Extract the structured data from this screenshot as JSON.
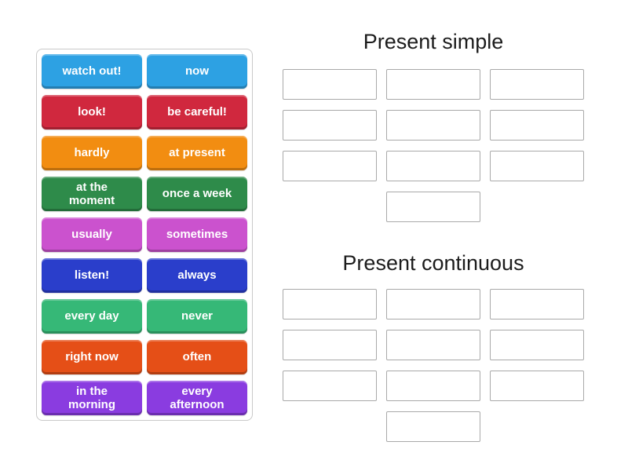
{
  "tiles": [
    {
      "label": "watch out!",
      "color": "#2da1e3"
    },
    {
      "label": "now",
      "color": "#2da1e3"
    },
    {
      "label": "look!",
      "color": "#d0283e"
    },
    {
      "label": "be careful!",
      "color": "#d0283e"
    },
    {
      "label": "hardly",
      "color": "#f28d11"
    },
    {
      "label": "at present",
      "color": "#f28d11"
    },
    {
      "label": "at the moment",
      "color": "#2e8b4a"
    },
    {
      "label": "once a week",
      "color": "#2e8b4a"
    },
    {
      "label": "usually",
      "color": "#cb52ce"
    },
    {
      "label": "sometimes",
      "color": "#cb52ce"
    },
    {
      "label": "listen!",
      "color": "#2a3ecb"
    },
    {
      "label": "always",
      "color": "#2a3ecb"
    },
    {
      "label": "every day",
      "color": "#36b877"
    },
    {
      "label": "never",
      "color": "#36b877"
    },
    {
      "label": "right now",
      "color": "#e54f17"
    },
    {
      "label": "often",
      "color": "#e54f17"
    },
    {
      "label": "in the morning",
      "color": "#8a3ce0"
    },
    {
      "label": "every afternoon",
      "color": "#8a3ce0"
    }
  ],
  "groups": [
    {
      "title": "Present simple",
      "slots": 10
    },
    {
      "title": "Present continuous",
      "slots": 10
    }
  ]
}
